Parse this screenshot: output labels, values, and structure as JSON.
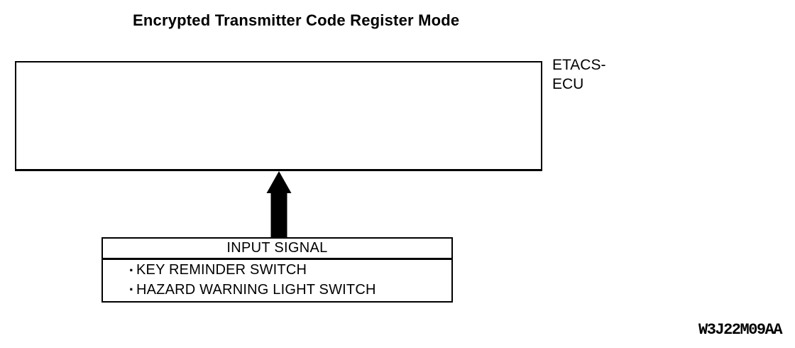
{
  "title": "Encrypted Transmitter Code Register Mode",
  "ecu_label": {
    "line1": "ETACS-",
    "line2": "ECU"
  },
  "input_signal_box": {
    "header": "INPUT SIGNAL",
    "items": [
      {
        "bullet": "·",
        "label": "KEY REMINDER SWITCH"
      },
      {
        "bullet": "·",
        "label": "HAZARD WARNING LIGHT SWITCH"
      }
    ]
  },
  "figure_code": "W3J22M09AA",
  "icons": {
    "arrow": "up-block-arrow"
  },
  "colors": {
    "line": "#000000",
    "background": "#ffffff",
    "text": "#000000"
  }
}
